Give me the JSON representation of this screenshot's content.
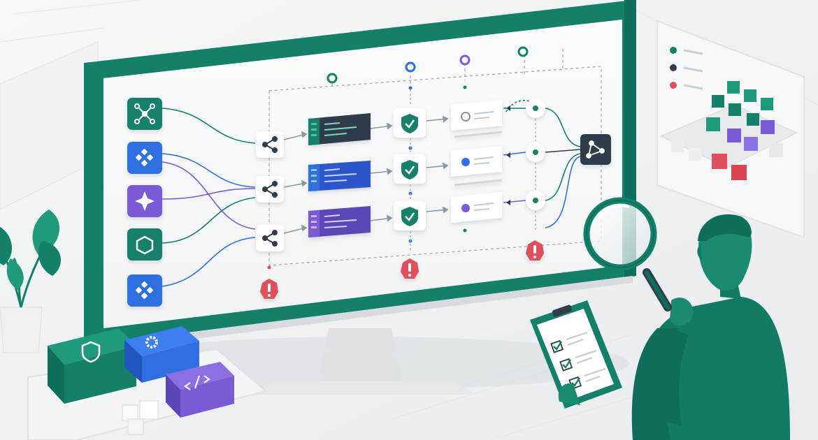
{
  "colors": {
    "brand_green": "#14806a",
    "dark_green": "#0f6e5b",
    "blue": "#2f6fe0",
    "purple": "#7b5ad6",
    "red": "#e0505c",
    "navy": "#2f3e4a",
    "background": "#eef1f3"
  },
  "scene": {
    "monitor": {
      "source_icons": [
        "network-icon",
        "grid-dots-icon",
        "sparkle-icon",
        "hexagon-icon",
        "grid-dots-icon"
      ],
      "router_nodes": 3,
      "process_rows": [
        {
          "color": "green",
          "review_icon": "comment-icon"
        },
        {
          "color": "blue",
          "review_icon": "comment-icon"
        },
        {
          "color": "purple",
          "review_icon": "comment-icon"
        }
      ],
      "checkpoints": [
        "shield-check-icon",
        "shield-check-icon",
        "shield-check-icon"
      ],
      "alerts": [
        "warning-octagon-icon",
        "warning-octagon-icon",
        "warning-octagon-icon"
      ],
      "output_icon": "triangle-nodes-icon"
    },
    "side_panel": {
      "legend_dots": [
        "green",
        "navy",
        "red"
      ],
      "block_colors": [
        "green",
        "purple",
        "red"
      ]
    },
    "desk_blocks": [
      "shield-icon",
      "gear-icon",
      "code-icon"
    ],
    "person": {
      "holds": [
        "magnifier-icon",
        "checklist-clipboard-icon"
      ],
      "checked_items": 3
    }
  }
}
